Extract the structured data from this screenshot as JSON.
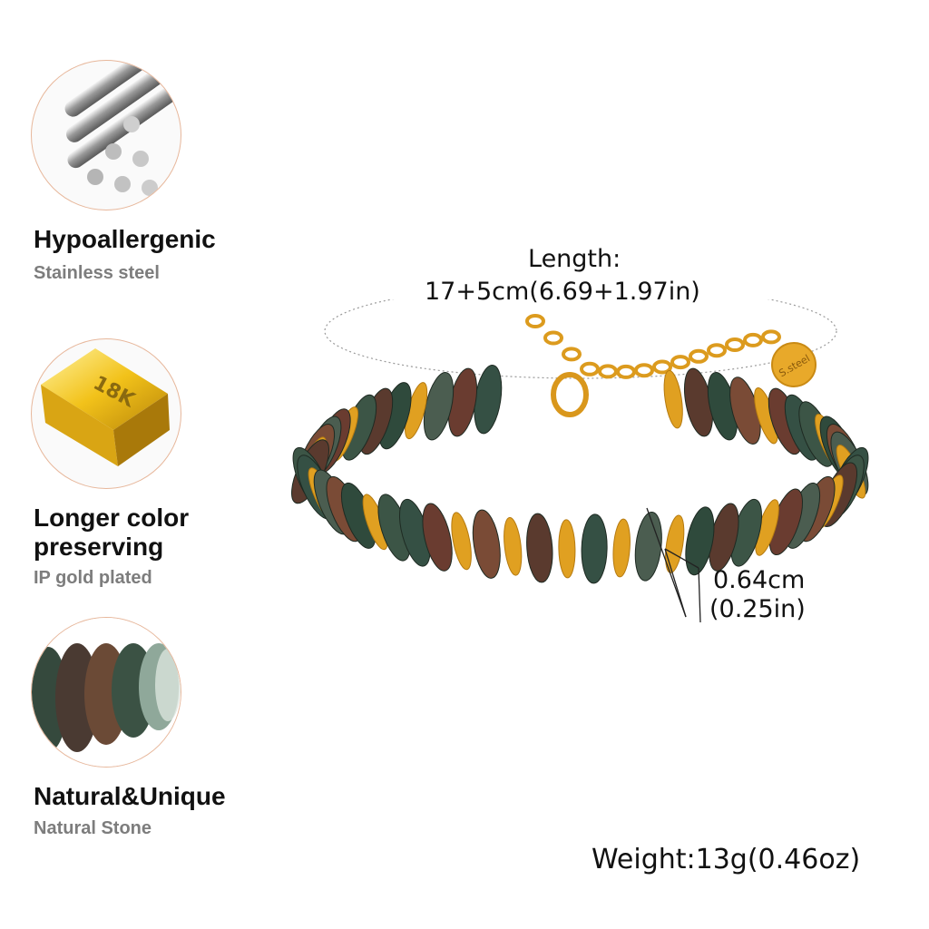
{
  "features": [
    {
      "title": "Hypoallergenic",
      "subtitle": "Stainless steel",
      "icon": "steel-rods-icon"
    },
    {
      "title": "Longer color preserving",
      "subtitle": "IP gold plated",
      "icon": "gold-bar-icon",
      "icon_text": "18K"
    },
    {
      "title": "Natural&Unique",
      "subtitle": "Natural Stone",
      "icon": "stone-beads-icon"
    }
  ],
  "product": {
    "length_label": "Length:",
    "length_value": "17+5cm(6.69+1.97in)",
    "bead_size_cm": "0.64cm",
    "bead_size_in": "(0.25in)",
    "weight": "Weight:13g(0.46oz)",
    "tag_text": "S.steel"
  },
  "colors": {
    "gold": "#e3a224",
    "circle_border": "#e7b79b",
    "stone_green": "#3f5a4a",
    "stone_brown": "#6e3a2a"
  }
}
